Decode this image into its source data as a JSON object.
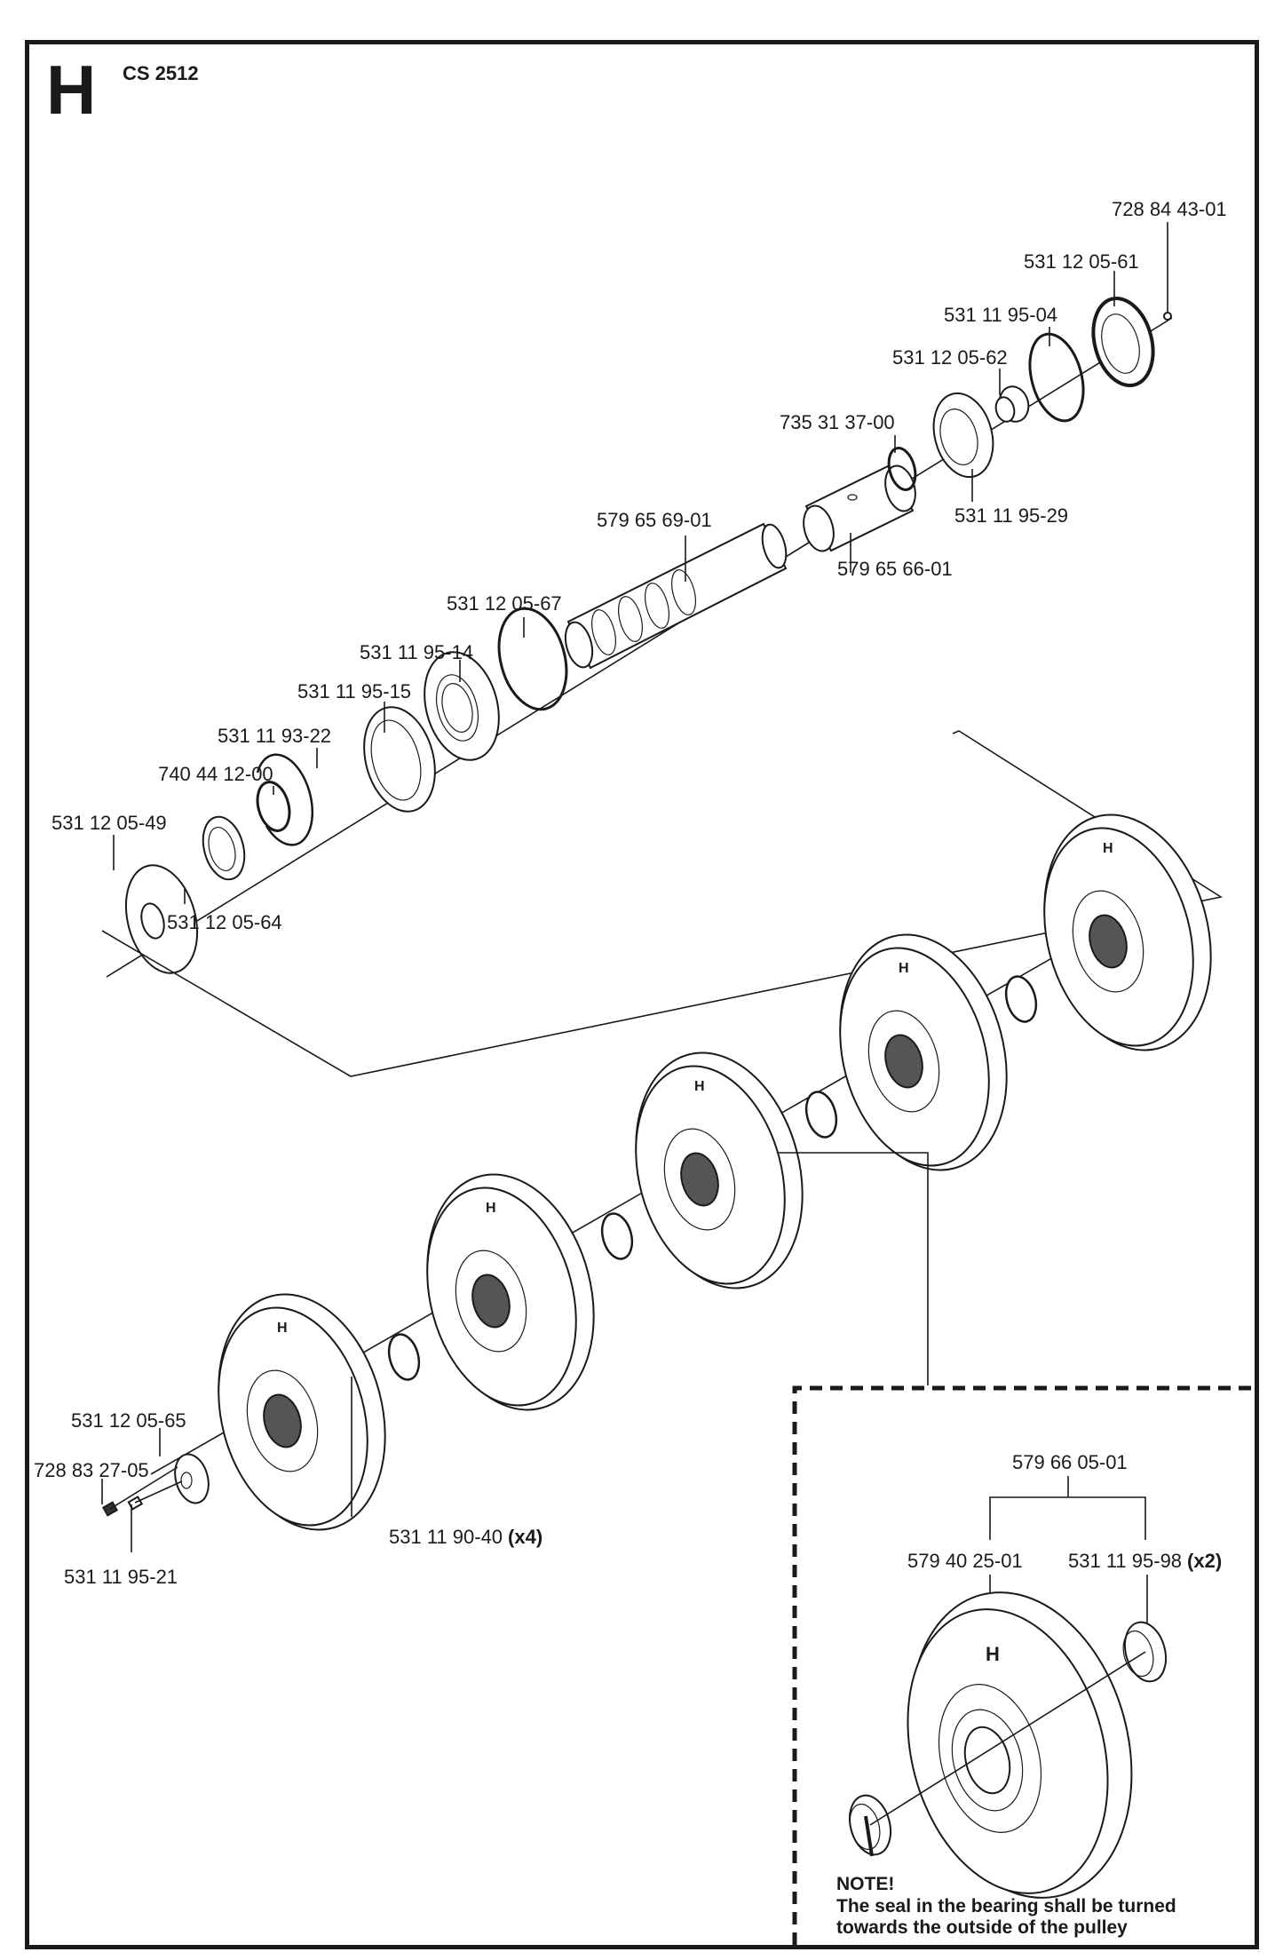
{
  "header": {
    "section_letter": "H",
    "model": "CS 2512"
  },
  "parts": {
    "p72884_4301": "728 84 43-01",
    "p531120561": "531 12 05-61",
    "p531119504": "531 11 95-04",
    "p531120562": "531 12 05-62",
    "p735313700": "735 31 37-00",
    "p531119529": "531 11 95-29",
    "p579656901": "579 65 69-01",
    "p579656601": "579 65 66-01",
    "p531120567": "531 12 05-67",
    "p531119514": "531 11 95-14",
    "p531119515": "531 11 95-15",
    "p531119322": "531 11 93-22",
    "p740441200": "740 44 12-00",
    "p531120549": "531 12 05-49",
    "p531120564": "531 12 05-64",
    "p531120565": "531 12 05-65",
    "p728832705": "728 83 27-05",
    "p531119521": "531 11 95-21",
    "p531119040": "531 11 90-40",
    "p531119040_qty": "(x4)"
  },
  "detail": {
    "assembly": "579 66 05-01",
    "pulley": "579 40 25-01",
    "bearing": "531 11 95-98",
    "bearing_qty": "(x2)",
    "note_title": "NOTE!",
    "note_line1": "The seal in the bearing shall be turned",
    "note_line2": "towards the outside of the pulley"
  },
  "colors": {
    "ink": "#1a1a1a",
    "paper": "#ffffff"
  }
}
